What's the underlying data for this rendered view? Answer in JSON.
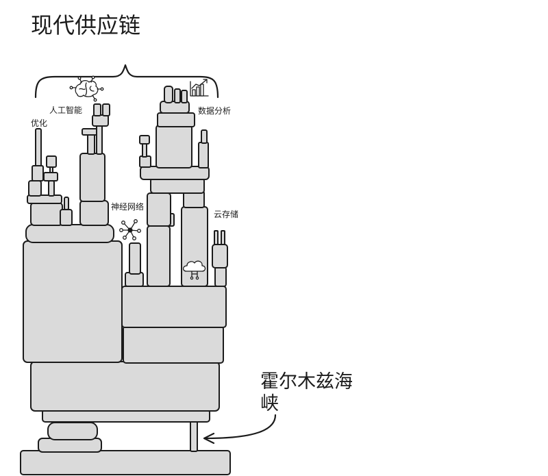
{
  "title": "现代供应链",
  "illustration": {
    "labels": {
      "optimization": "优化",
      "artificial_intelligence": "人工智能",
      "data_analysis": "数据分析",
      "neural_network": "神经网络",
      "cloud_storage": "云存储"
    },
    "callout": {
      "lines": [
        "霍尔木兹海",
        "峡"
      ]
    },
    "icons": {
      "grouping": "curly-brace-icon",
      "artificial_intelligence": "brain-icon",
      "data_analysis": "bar-chart-icon",
      "neural_network": "neural-network-icon",
      "cloud_storage": "cloud-icon",
      "callout": "curved-arrow-icon"
    }
  },
  "colors": {
    "background": "#ffffff",
    "block_fill": "#dadada",
    "ink": "#1b1b1b"
  }
}
